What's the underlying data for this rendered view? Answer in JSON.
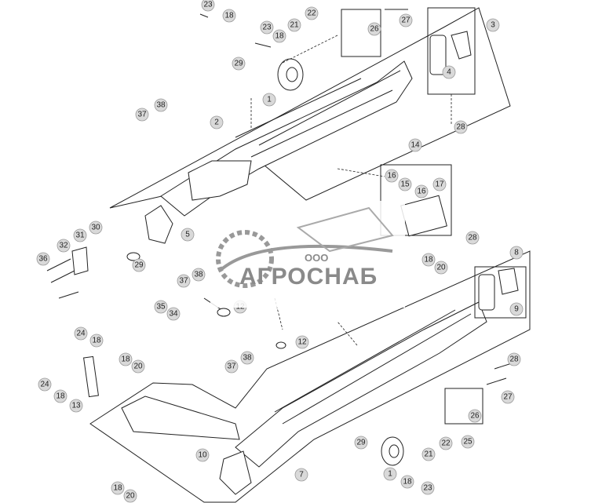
{
  "diagram": {
    "type": "exploded parts diagram",
    "callouts": [
      "23",
      "18",
      "23",
      "18",
      "21",
      "22",
      "26",
      "27",
      "3",
      "29",
      "1",
      "4",
      "2",
      "28",
      "37",
      "38",
      "14",
      "16",
      "15",
      "16",
      "17",
      "5",
      "31",
      "30",
      "32",
      "29",
      "36",
      "28",
      "8",
      "18",
      "20",
      "37",
      "38",
      "35",
      "34",
      "12",
      "9",
      "24",
      "18",
      "12",
      "18",
      "20",
      "37",
      "38",
      "28",
      "24",
      "18",
      "13",
      "27",
      "26",
      "22",
      "25",
      "29",
      "21",
      "10",
      "1",
      "18",
      "23",
      "7",
      "18",
      "20"
    ]
  },
  "watermark": {
    "company_prefix": "ООО",
    "company_name": "АГРОСНАБ"
  }
}
